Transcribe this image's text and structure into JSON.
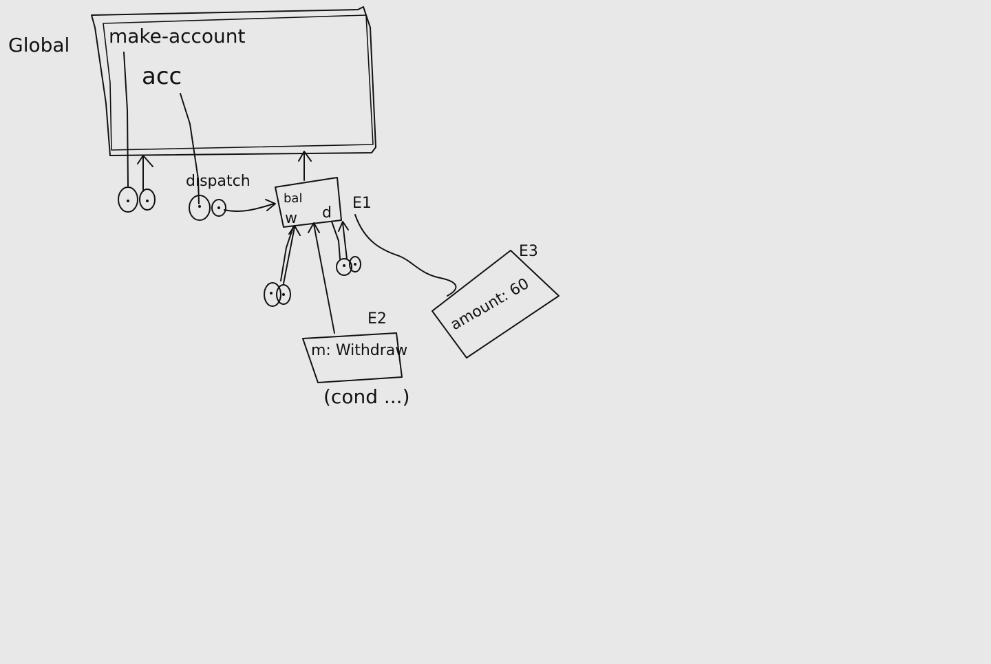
{
  "labels": {
    "global": "Global",
    "make_account": "make-account",
    "acc": "acc",
    "dispatch": "dispatch",
    "bal": "bal",
    "w": "w",
    "d": "d",
    "e1": "E1",
    "e2": "E2",
    "e3": "E3",
    "withdraw_binding": "m: Withdraw",
    "cond": "(cond ...)",
    "amount_binding": "amount: 60"
  }
}
